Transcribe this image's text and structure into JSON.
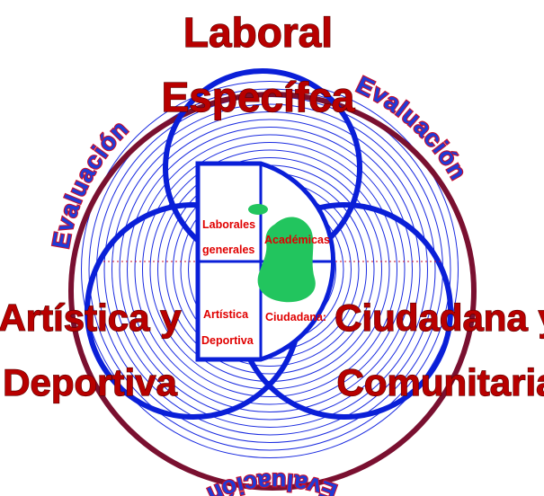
{
  "labels": {
    "top_line1": "Laboral",
    "top_line2": "Específca",
    "left_line1": "Artística y",
    "left_line2": "Deportiva",
    "right_line1": "Ciudadana y",
    "right_line2": "Comunitaria"
  },
  "arc_labels": {
    "left": "Evaluación",
    "right": "Evaluación",
    "bottom": "Evaluación"
  },
  "inner_labels": {
    "q1_line1": "Laborales",
    "q1_line2": "generales",
    "q2": "Académicas",
    "q3_line1": "Artística",
    "q3_line2": "Deportiva",
    "q4": "Ciudadana:"
  },
  "colors": {
    "outer_ring": "#7a1030",
    "circles": "#0a1fd8",
    "rings": "#1a2be0",
    "blob": "#22c55e",
    "label_red": "#b80000"
  }
}
